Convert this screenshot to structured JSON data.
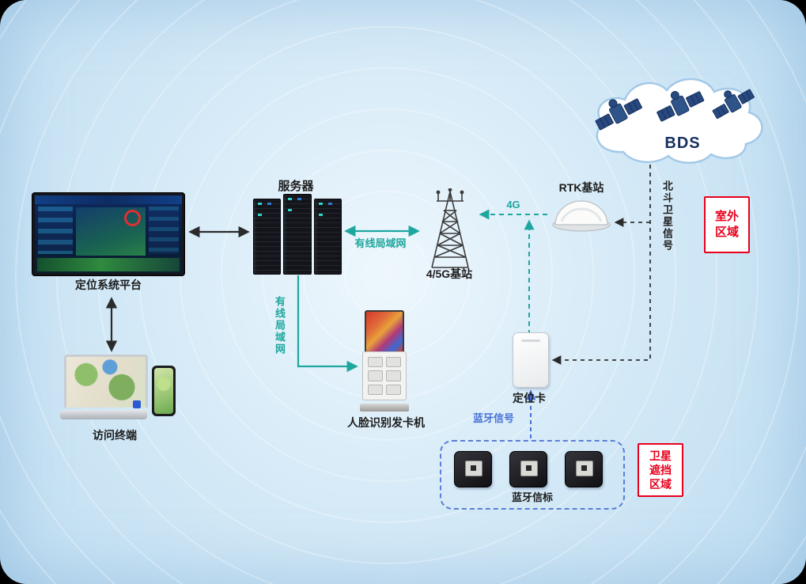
{
  "colors": {
    "accent_teal": "#1ea79e",
    "accent_blue": "#4a72d8",
    "accent_red": "#e8001c",
    "line_black": "#2b2b2b",
    "bds_navy": "#17305f"
  },
  "nodes": {
    "bds": {
      "label": "BDS"
    },
    "rtk": {
      "label": "RTK基站"
    },
    "tower": {
      "label": "4/5G基站"
    },
    "server": {
      "label": "服务器"
    },
    "platform": {
      "label": "定位系统平台"
    },
    "terminal": {
      "label": "访问终端"
    },
    "kiosk": {
      "label": "人脸识别发卡机"
    },
    "card": {
      "label": "定位卡"
    },
    "beacons": {
      "label": "蓝牙信标"
    }
  },
  "links": {
    "lan_horizontal": "有线局域网",
    "lan_vertical": "有线局域网",
    "g4": "4G",
    "beidou_signal": "北斗卫星信号",
    "bluetooth_signal": "蓝牙信号"
  },
  "zones": {
    "outdoor": "室外\n区域",
    "blocked": "卫星\n遮挡\n区域"
  }
}
